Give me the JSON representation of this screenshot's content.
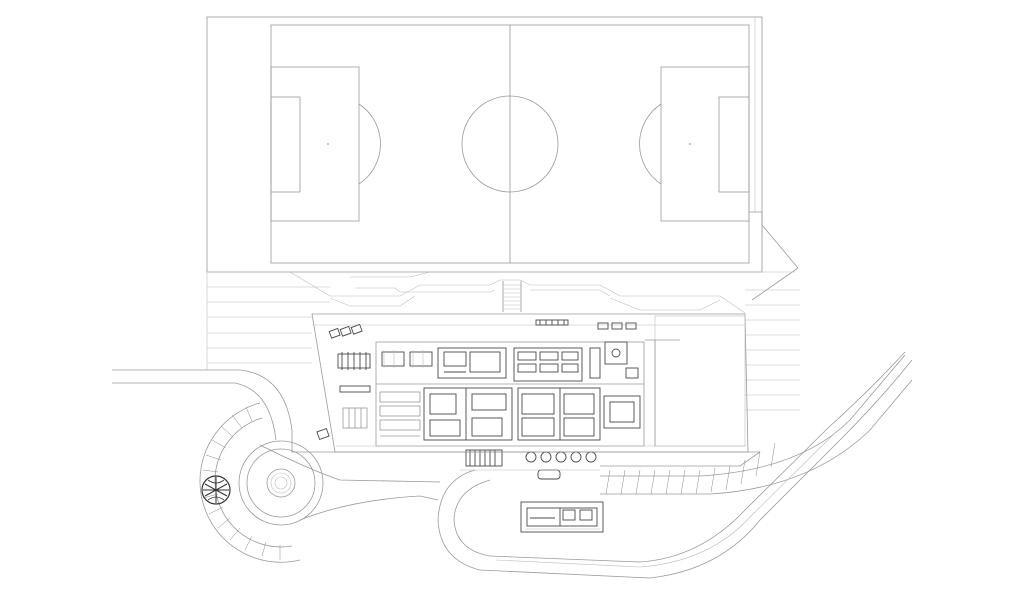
{
  "drawing": {
    "type": "site-plan",
    "stroke_color": "#9a9a9a",
    "dark_stroke_color": "#4a4a4a",
    "background": "#ffffff",
    "elements": [
      "football-pitch",
      "terrace-steps",
      "main-building",
      "parking-rotunda",
      "access-road",
      "pavilion",
      "tree"
    ]
  }
}
